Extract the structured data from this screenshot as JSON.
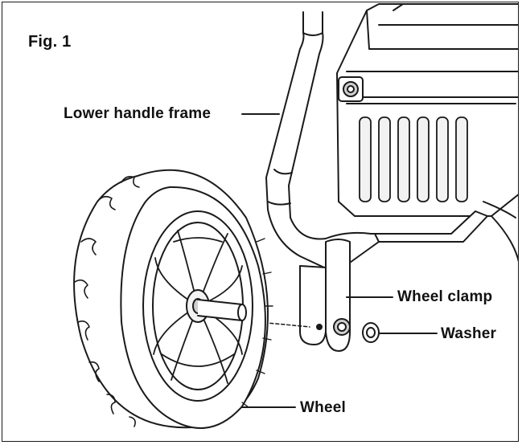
{
  "figure": {
    "label": "Fig. 1"
  },
  "labels": {
    "lower_handle_frame": "Lower handle frame",
    "wheel_clamp": "Wheel clamp",
    "washer": "Washer",
    "wheel": "Wheel"
  },
  "colors": {
    "line": "#1a1a1a",
    "fill_light": "#f2f2f2",
    "fill_mid": "#cfcfcf",
    "background": "#ffffff"
  }
}
